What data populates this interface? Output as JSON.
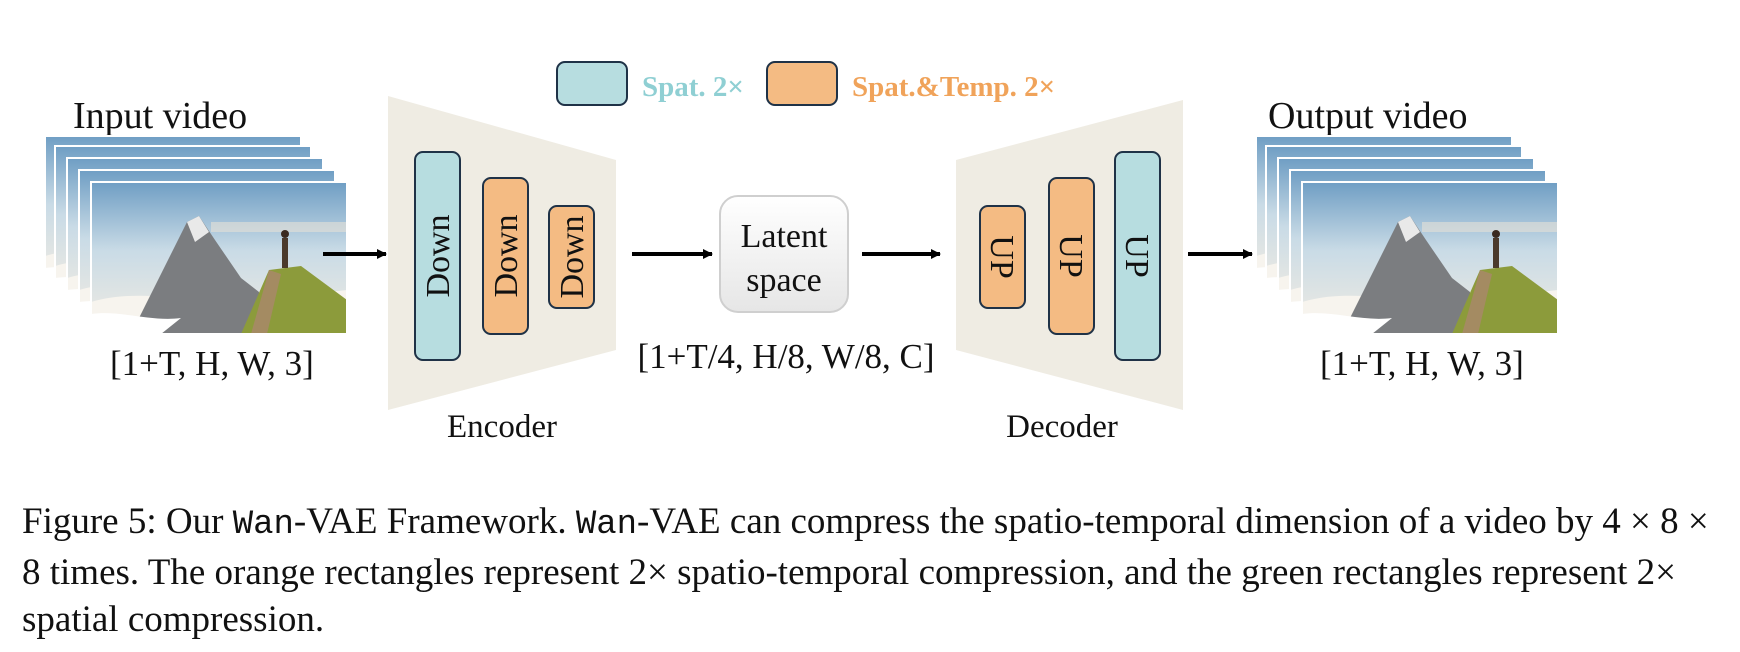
{
  "legend": {
    "items": [
      {
        "label": "Spat. 2×",
        "swatch_color": "#b7dde0",
        "text_color": "#8fcfd3"
      },
      {
        "label": "Spat.&Temp. 2×",
        "swatch_color": "#f4bb83",
        "text_color": "#f0a35a"
      }
    ]
  },
  "input": {
    "title": "Input video",
    "shape": "[1+T, H, W, 3]"
  },
  "encoder": {
    "label": "Encoder",
    "blocks": [
      "Down",
      "Down",
      "Down"
    ]
  },
  "latent": {
    "line1": "Latent",
    "line2": "space",
    "shape": "[1+T/4, H/8, W/8, C]"
  },
  "decoder": {
    "label": "Decoder",
    "blocks": [
      "UP",
      "UP",
      "UP"
    ]
  },
  "output": {
    "title": "Output video",
    "shape": "[1+T, H, W, 3]"
  },
  "colors": {
    "spatial": "#b7dde0",
    "spatiotemporal": "#f4bb83",
    "trapezoid": "#efece3",
    "block_border": "#1f3247"
  },
  "caption": {
    "figure_label": "Figure 5: Our ",
    "model_name": "Wan",
    "part1": "-VAE Framework. ",
    "model_name_2": "Wan",
    "part2": "-VAE can compress the spatio-temporal dimension of a video by 4 × 8 × 8 times. The orange rectangles represent 2× spatio-temporal compression, and the green rectangles represent 2× spatial compression."
  }
}
